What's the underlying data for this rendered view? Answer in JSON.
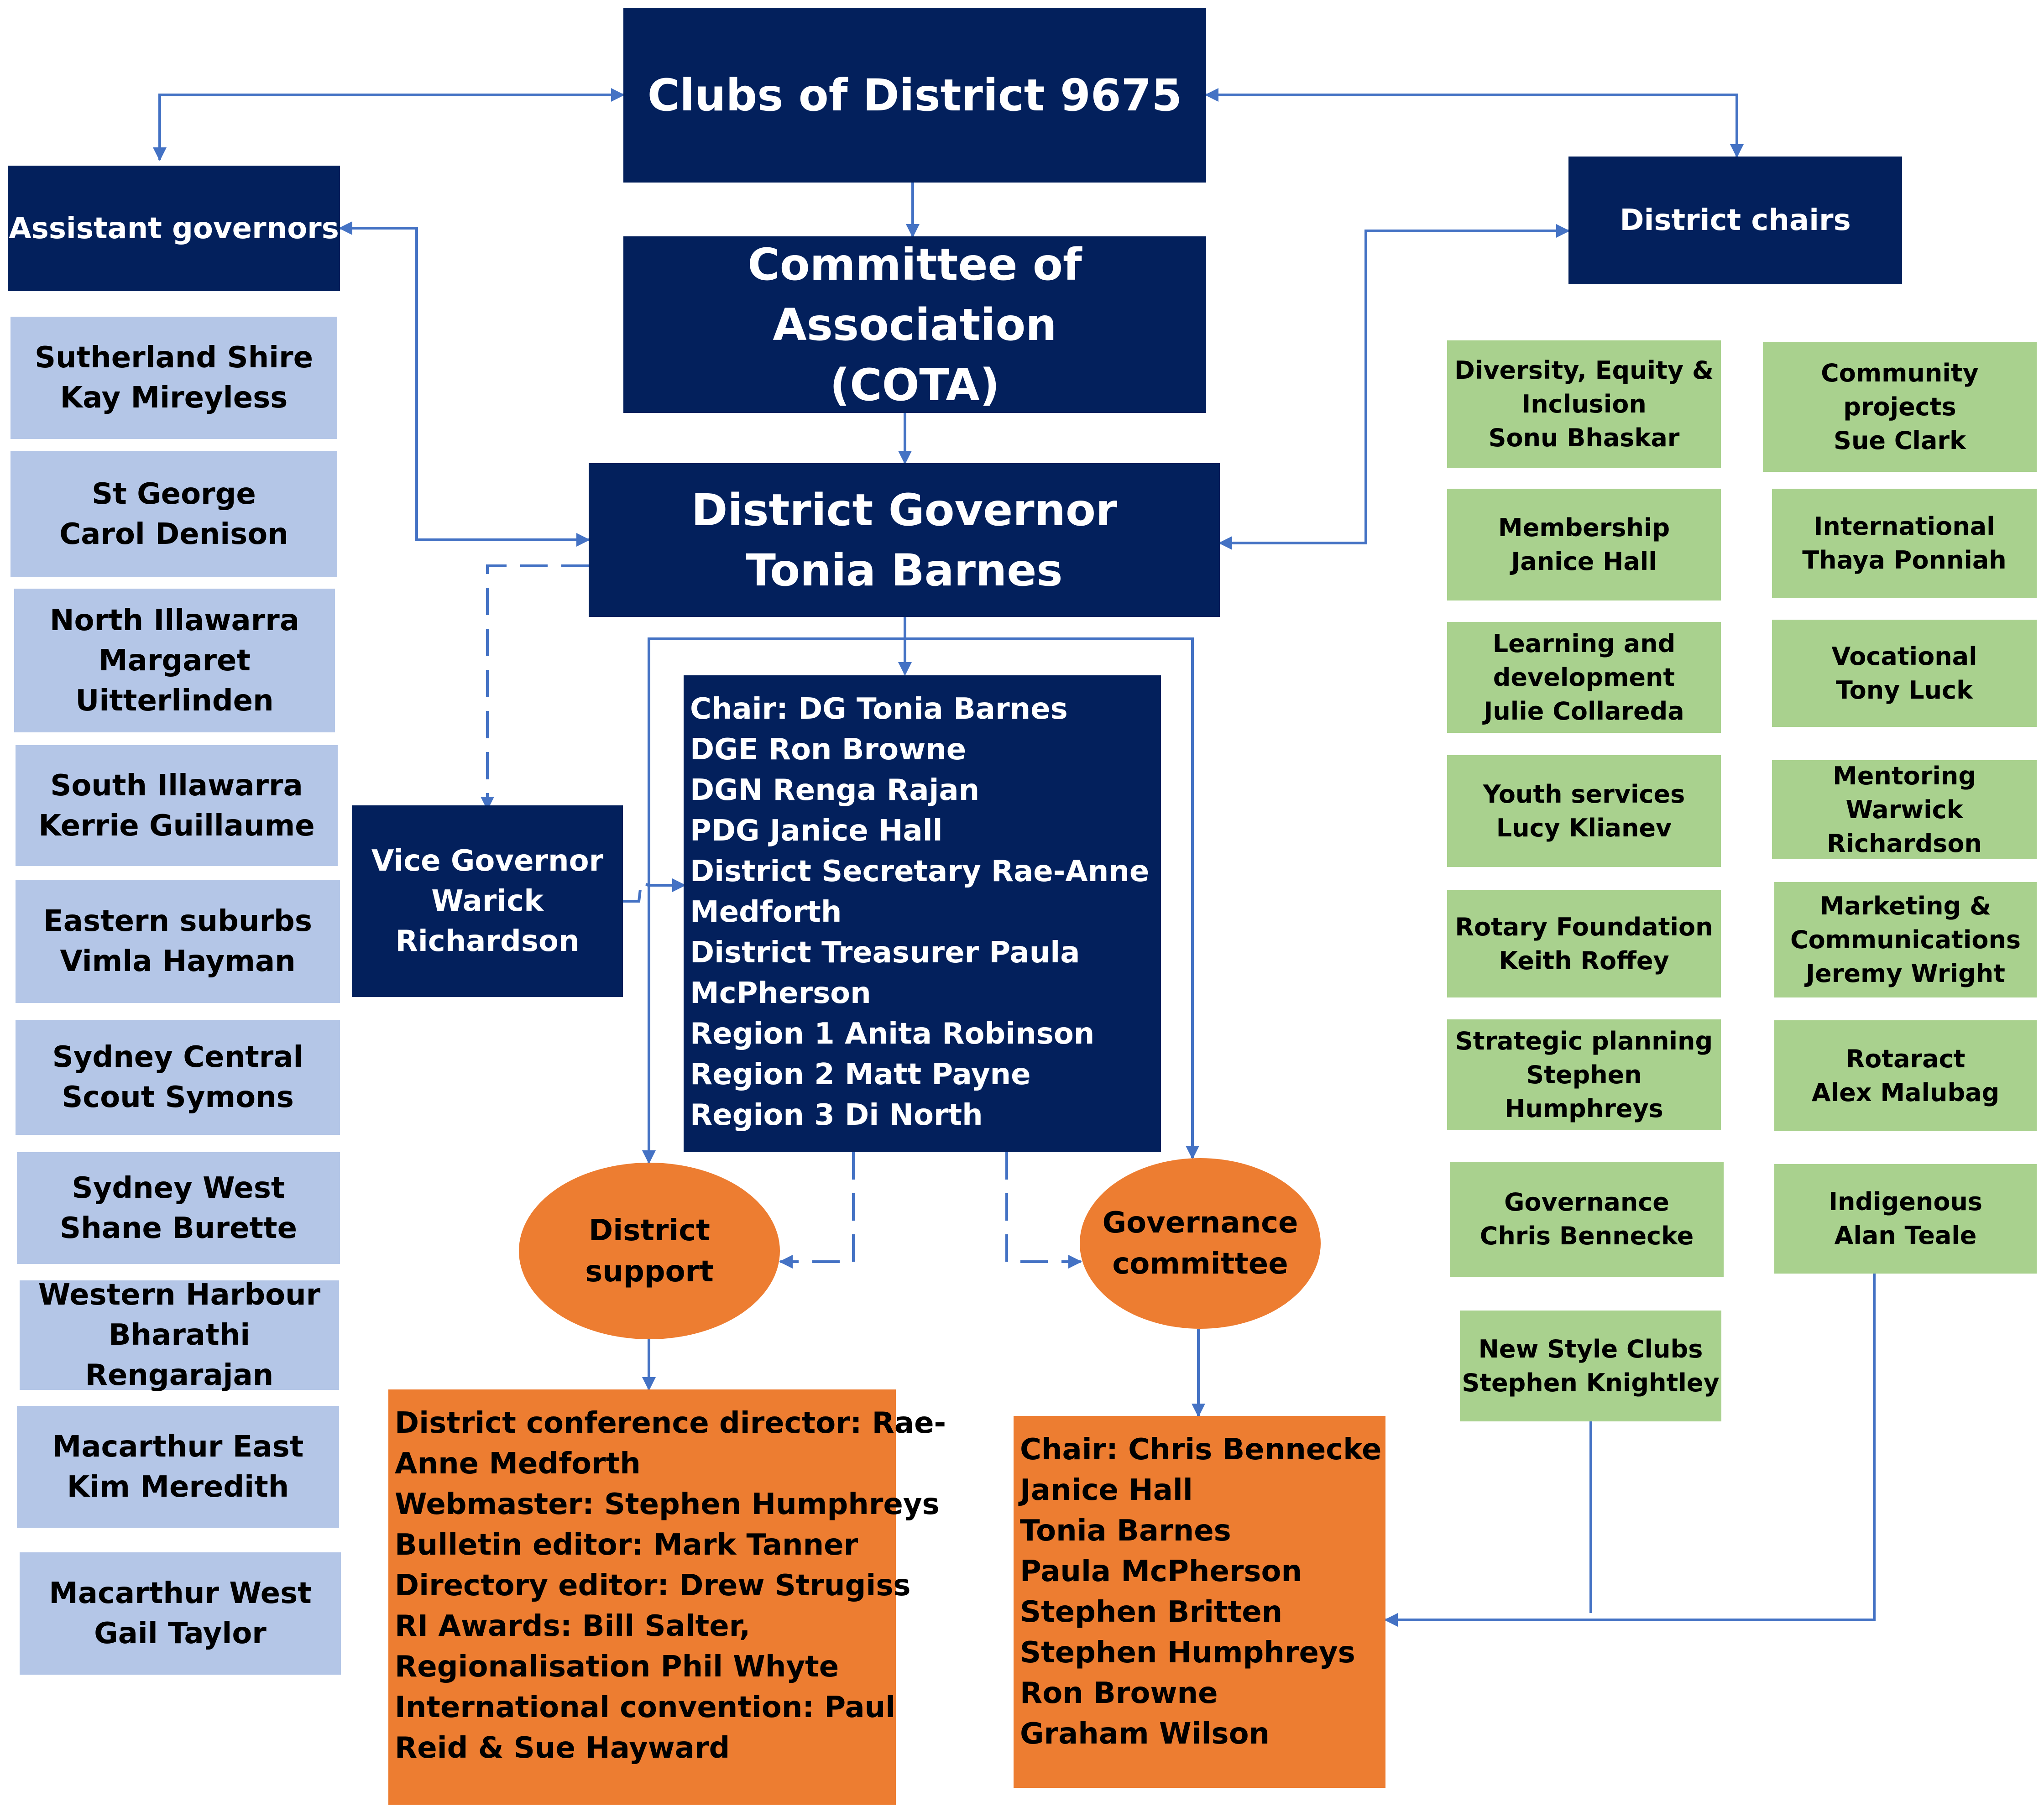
{
  "top": {
    "title": "Clubs of District 9675"
  },
  "cota": {
    "line1": "Committee of Association",
    "line2": "(COTA)"
  },
  "governor": {
    "line1": "District Governor",
    "line2": "Tonia Barnes"
  },
  "assistant_governors": {
    "title": "Assistant governors",
    "items": [
      {
        "line1": "Sutherland Shire",
        "line2": "Kay Mireyless"
      },
      {
        "line1": "St George",
        "line2": "Carol Denison"
      },
      {
        "line1": "North Illawarra",
        "line2": "Margaret",
        "line3": "Uitterlinden"
      },
      {
        "line1": "South Illawarra",
        "line2": "Kerrie Guillaume"
      },
      {
        "line1": "Eastern suburbs",
        "line2": "Vimla Hayman"
      },
      {
        "line1": "Sydney Central",
        "line2": "Scout Symons"
      },
      {
        "line1": "Sydney West",
        "line2": "Shane Burette"
      },
      {
        "line1": "Western Harbour",
        "line2": "Bharathi Rengarajan"
      },
      {
        "line1": "Macarthur East",
        "line2": "Kim Meredith"
      },
      {
        "line1": "Macarthur West",
        "line2": "Gail Taylor"
      }
    ]
  },
  "vice_governor": {
    "line1": "Vice Governor",
    "line2": "Warick",
    "line3": "Richardson"
  },
  "cabinet": {
    "lines": [
      "Chair: DG Tonia Barnes",
      "DGE Ron Browne",
      "DGN Renga Rajan",
      "PDG Janice Hall",
      "District Secretary Rae-Anne",
      "Medforth",
      "District Treasurer Paula",
      "McPherson",
      "Region 1 Anita Robinson",
      "Region 2 Matt Payne",
      "Region 3 Di North"
    ]
  },
  "district_support": {
    "line1": "District",
    "line2": "support",
    "lines": [
      "District conference director: Rae-",
      "Anne Medforth",
      "Webmaster: Stephen Humphreys",
      "Bulletin editor: Mark Tanner",
      "Directory editor: Drew Strugiss",
      "RI Awards: Bill Salter,",
      "Regionalisation Phil Whyte",
      "International convention: Paul",
      "Reid & Sue Hayward"
    ]
  },
  "governance": {
    "line1": "Governance",
    "line2": "committee",
    "lines": [
      "Chair: Chris Bennecke",
      "Janice Hall",
      "Tonia Barnes",
      "Paula McPherson",
      "Stephen Britten",
      "Stephen Humphreys",
      "Ron Browne",
      "Graham Wilson"
    ]
  },
  "district_chairs": {
    "title": "District chairs",
    "items": [
      {
        "line1": "Diversity, Equity &",
        "line2": "Inclusion",
        "line3": "Sonu Bhaskar"
      },
      {
        "line1": "Community projects",
        "line2": "Sue Clark"
      },
      {
        "line1": "Membership",
        "line2": "Janice Hall"
      },
      {
        "line1": "International",
        "line2": "Thaya Ponniah"
      },
      {
        "line1": "Learning and",
        "line2": "development",
        "line3": "Julie Collareda"
      },
      {
        "line1": "Vocational",
        "line2": "Tony Luck"
      },
      {
        "line1": "Youth services",
        "line2": "Lucy Klianev"
      },
      {
        "line1": "Mentoring",
        "line2": "Warwick Richardson"
      },
      {
        "line1": "Rotary Foundation",
        "line2": "Keith Roffey"
      },
      {
        "line1": "Marketing &",
        "line2": "Communications",
        "line3": "Jeremy Wright"
      },
      {
        "line1": "Strategic planning",
        "line2": "Stephen Humphreys"
      },
      {
        "line1": "Rotaract",
        "line2": "Alex Malubag"
      },
      {
        "line1": "Governance",
        "line2": "Chris Bennecke"
      },
      {
        "line1": "Indigenous",
        "line2": "Alan Teale"
      },
      {
        "line1": "New Style Clubs",
        "line2": "Stephen Knightley"
      }
    ]
  },
  "colors": {
    "navy": "#03205c",
    "light_blue": "#b4c6e7",
    "green": "#a9d18e",
    "orange": "#ed7d31",
    "connector": "#4472c4"
  }
}
